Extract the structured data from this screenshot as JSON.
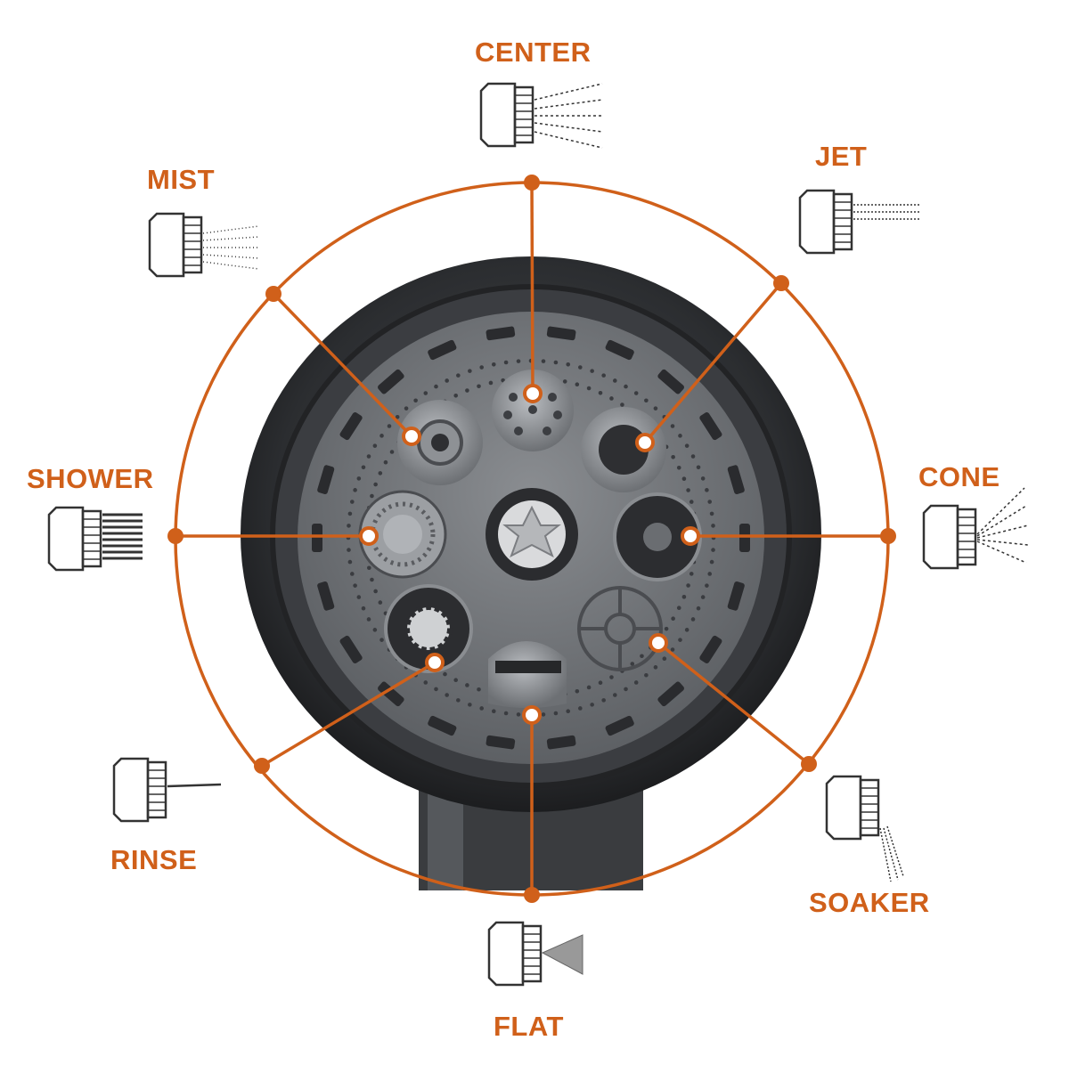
{
  "colors": {
    "accent": "#d0601a",
    "nozzle_dark": "#2f3134",
    "nozzle_face": "#6e7175",
    "icon_stroke": "#333333"
  },
  "modes": {
    "center": {
      "label": "CENTER",
      "icon": "center-spray-icon"
    },
    "jet": {
      "label": "JET",
      "icon": "jet-spray-icon"
    },
    "mist": {
      "label": "MIST",
      "icon": "mist-spray-icon"
    },
    "shower": {
      "label": "SHOWER",
      "icon": "shower-spray-icon"
    },
    "cone": {
      "label": "CONE",
      "icon": "cone-spray-icon"
    },
    "rinse": {
      "label": "RINSE",
      "icon": "rinse-spray-icon"
    },
    "soaker": {
      "label": "SOAKER",
      "icon": "soaker-spray-icon"
    },
    "flat": {
      "label": "FLAT",
      "icon": "flat-spray-icon"
    }
  }
}
